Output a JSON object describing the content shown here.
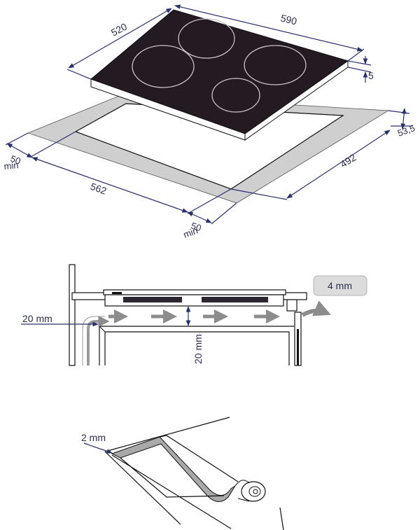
{
  "figure_1_hob_installation": {
    "hob": {
      "width": "590",
      "depth": "520",
      "thickness": "5",
      "colors": {
        "glass": "#241a22",
        "frame": "#ffffff",
        "cutout_panel": "#cfcfcf"
      }
    },
    "cutout": {
      "width": "562",
      "depth": "492",
      "height": "53,5",
      "min_clearance_left": "50",
      "min_clearance_left_unit": "min",
      "min_clearance_front": "50",
      "min_clearance_front_unit": "min"
    }
  },
  "figure_2_ventilation": {
    "gap_label": "20 mm",
    "vertical_gap_label": "20 mm",
    "rear_gap_badge": "4 mm",
    "colors": {
      "arrows": "#8c8c8c",
      "badge_bg": "#dcdcdc"
    }
  },
  "figure_3_seal": {
    "seal_thickness_label": "2 mm"
  }
}
